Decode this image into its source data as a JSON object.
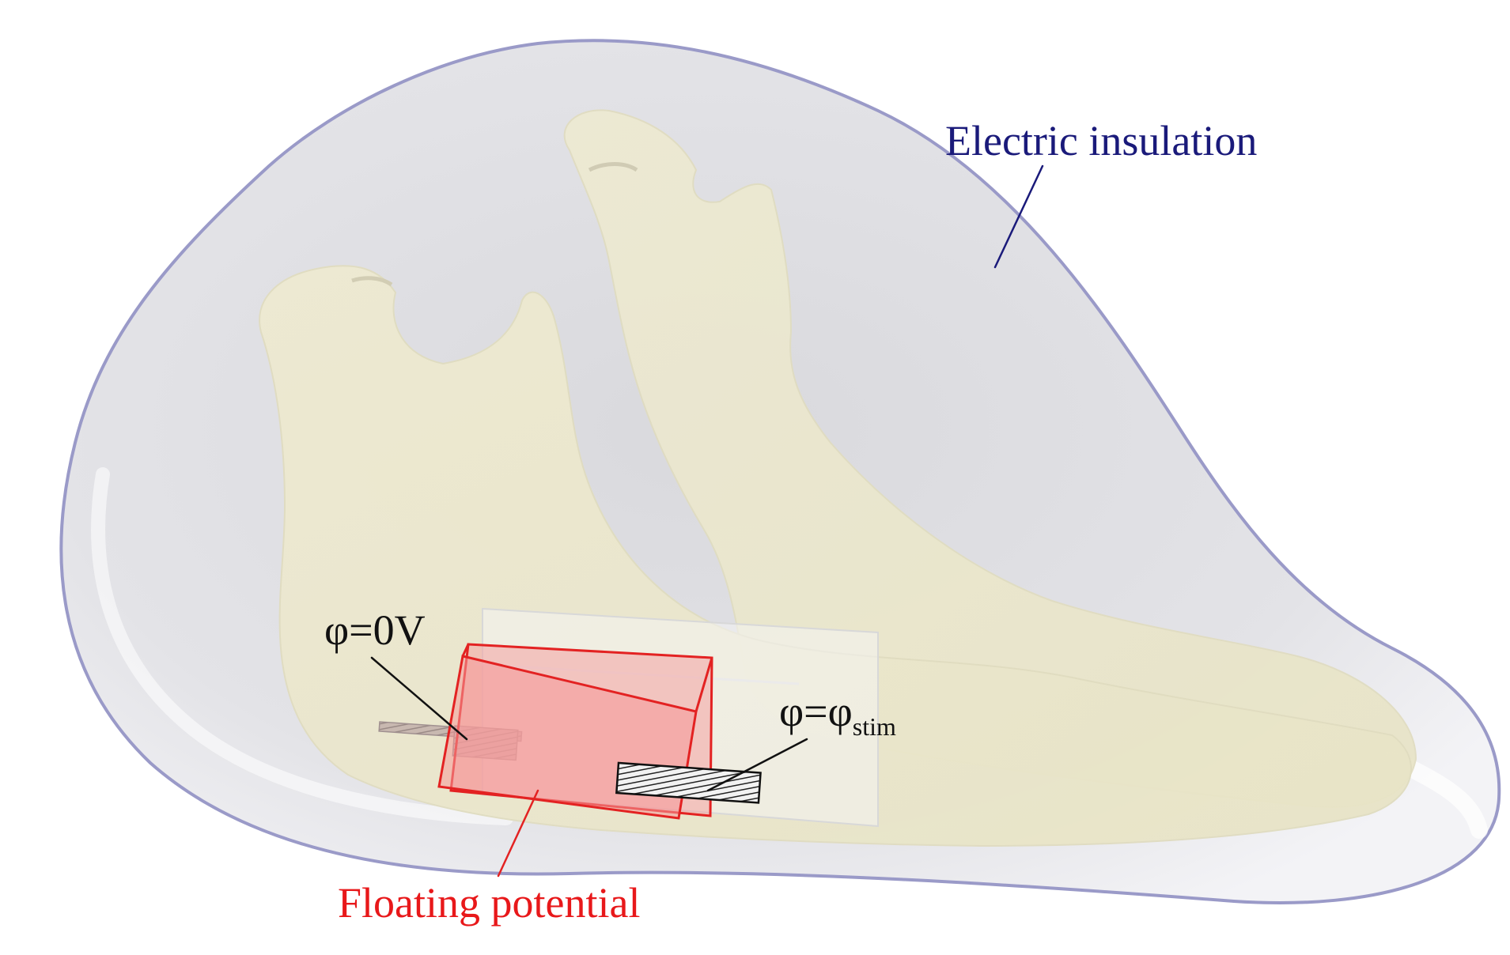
{
  "labels": {
    "electric_insulation": "Electric insulation",
    "ground_electrode": "φ=0V",
    "stim_electrode_main": "φ=φ",
    "stim_electrode_sub": "stim",
    "floating_potential": "Floating potential"
  },
  "colors": {
    "insulation_label": "#1a1a7a",
    "floating_label": "#e8181a",
    "black_label": "#111111",
    "domain_fill": "#e6e6ea",
    "domain_edge": "#9a9ac8",
    "bone_fill": "#efecd6",
    "floating_region": "#f4a3a3",
    "floating_edge": "#e32222"
  },
  "icons": {
    "domain": "tissue-volume-icon",
    "bone": "mandible-bone-icon",
    "electrode": "electrode-icon"
  }
}
